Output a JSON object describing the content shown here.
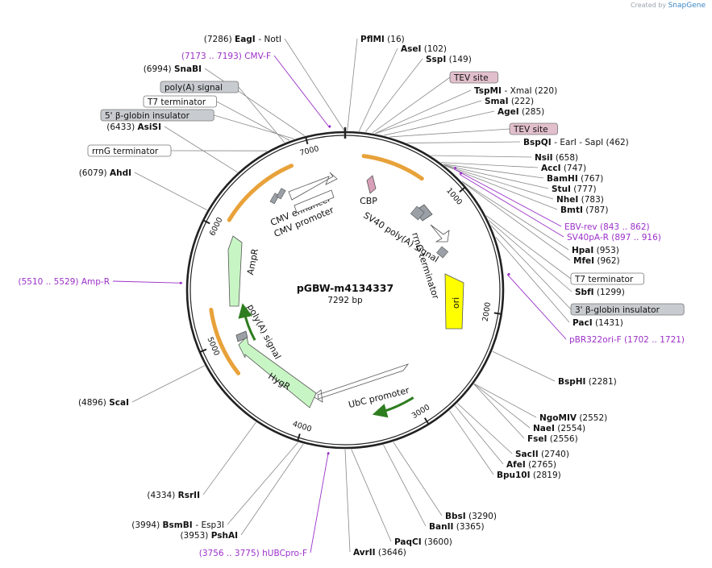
{
  "credit": {
    "prefix": "Created by",
    "brand": "SnapGene"
  },
  "plasmid": {
    "name": "pGBW-m4134337",
    "size": "7292 bp",
    "length": 7292
  },
  "colors": {
    "backbone": "#222222",
    "primer": "#9b30c8",
    "orange": "#e8a23a",
    "green": "#2e7d1f",
    "greenFill": "#c8f5c4",
    "yellow": "#ffff00",
    "gray": "#9aa0a6",
    "pink": "#d8a0b8"
  },
  "ticks": [
    {
      "label": "1000"
    },
    {
      "label": "2000"
    },
    {
      "label": "3000"
    },
    {
      "label": "4000"
    },
    {
      "label": "5000"
    },
    {
      "label": "6000"
    },
    {
      "label": "7000"
    }
  ],
  "enzymes": [
    {
      "pos": "(7286)",
      "name": "EagI",
      "extra": "-  NotI",
      "bp": 7286
    },
    {
      "name": "PflMI",
      "pos": "(16)",
      "bp": 16
    },
    {
      "name": "AseI",
      "pos": "(102)",
      "bp": 102
    },
    {
      "name": "SspI",
      "pos": "(149)",
      "bp": 149
    },
    {
      "name": "TspMI",
      "extra": "-  XmaI",
      "pos": "(220)",
      "bp": 220
    },
    {
      "name": "SmaI",
      "pos": "(222)",
      "bp": 222
    },
    {
      "name": "AgeI",
      "pos": "(285)",
      "bp": 285
    },
    {
      "name": "BspQI",
      "extra": "-  EarI  -  SapI",
      "pos": "(462)",
      "bp": 462
    },
    {
      "name": "NsiI",
      "pos": "(658)",
      "bp": 658
    },
    {
      "name": "AccI",
      "pos": "(747)",
      "bp": 747
    },
    {
      "name": "BamHI",
      "pos": "(767)",
      "bp": 767
    },
    {
      "name": "StuI",
      "pos": "(777)",
      "bp": 777
    },
    {
      "name": "NheI",
      "pos": "(783)",
      "bp": 783
    },
    {
      "name": "BmtI",
      "pos": "(787)",
      "bp": 787
    },
    {
      "name": "HpaI",
      "pos": "(953)",
      "bp": 953
    },
    {
      "name": "MfeI",
      "pos": "(962)",
      "bp": 962
    },
    {
      "name": "SbfI",
      "pos": "(1299)",
      "bp": 1299
    },
    {
      "name": "PacI",
      "pos": "(1431)",
      "bp": 1431
    },
    {
      "name": "BspHI",
      "pos": "(2281)",
      "bp": 2281
    },
    {
      "name": "NgoMIV",
      "pos": "(2552)",
      "bp": 2552
    },
    {
      "name": "NaeI",
      "pos": "(2554)",
      "bp": 2554
    },
    {
      "name": "FseI",
      "pos": "(2556)",
      "bp": 2556
    },
    {
      "name": "SacII",
      "pos": "(2740)",
      "bp": 2740
    },
    {
      "name": "AfeI",
      "pos": "(2765)",
      "bp": 2765
    },
    {
      "name": "Bpu10I",
      "pos": "(2819)",
      "bp": 2819
    },
    {
      "name": "BbsI",
      "pos": "(3290)",
      "bp": 3290
    },
    {
      "name": "BanII",
      "pos": "(3365)",
      "bp": 3365
    },
    {
      "name": "PaqCI",
      "pos": "(3600)",
      "bp": 3600
    },
    {
      "name": "AvrII",
      "pos": "(3646)",
      "bp": 3646
    },
    {
      "pos": "(3953)",
      "name": "PshAI",
      "bp": 3953
    },
    {
      "pos": "(3994)",
      "name": "BsmBI",
      "extra": "-  Esp3I",
      "bp": 3994
    },
    {
      "pos": "(4334)",
      "name": "RsrII",
      "bp": 4334
    },
    {
      "pos": "(4896)",
      "name": "ScaI",
      "bp": 4896
    },
    {
      "pos": "(6079)",
      "name": "AhdI",
      "bp": 6079
    },
    {
      "pos": "(6433)",
      "name": "AsiSI",
      "bp": 6433
    },
    {
      "pos": "(6994)",
      "name": "SnaBI",
      "bp": 6994
    }
  ],
  "primers": [
    {
      "range": "(7173 .. 7193)",
      "name": "CMV-F",
      "bp": 7183
    },
    {
      "name": "EBV-rev",
      "range": "(843 .. 862)",
      "bp": 852
    },
    {
      "name": "SV40pA-R",
      "range": "(897 .. 916)",
      "bp": 906
    },
    {
      "name": "pBR322ori-F",
      "range": "(1702 .. 1721)",
      "bp": 1711
    },
    {
      "range": "(3756 .. 3775)",
      "name": "hUBCpro-F",
      "bp": 3765
    },
    {
      "range": "(5510 .. 5529)",
      "name": "Amp-R",
      "bp": 5519
    }
  ],
  "boxes": [
    {
      "text": "TEV site",
      "style": "pink",
      "bp": 200
    },
    {
      "text": "TEV site",
      "style": "pink",
      "bp": 330
    },
    {
      "text": "poly(A) signal",
      "style": "gray",
      "bp": 6840
    },
    {
      "text": "T7 terminator",
      "style": "white",
      "bp": 6880
    },
    {
      "text": "5' β-globin insulator",
      "style": "gray",
      "bp": 6915
    },
    {
      "text": "rrnG terminator",
      "style": "white",
      "bp": 6700
    },
    {
      "text": "T7 terminator",
      "style": "white",
      "bp": 1260
    },
    {
      "text": "3' β-globin insulator",
      "style": "gray",
      "bp": 1340
    }
  ],
  "features": [
    {
      "name": "CMV enhancer"
    },
    {
      "name": "CMV promoter"
    },
    {
      "name": "CBP"
    },
    {
      "name": "SV40 poly(A) signal"
    },
    {
      "name": "rrnG terminator"
    },
    {
      "name": "ori"
    },
    {
      "name": "UbC promoter"
    },
    {
      "name": "HygR"
    },
    {
      "name": "poly(A) signal"
    },
    {
      "name": "AmpR"
    }
  ]
}
